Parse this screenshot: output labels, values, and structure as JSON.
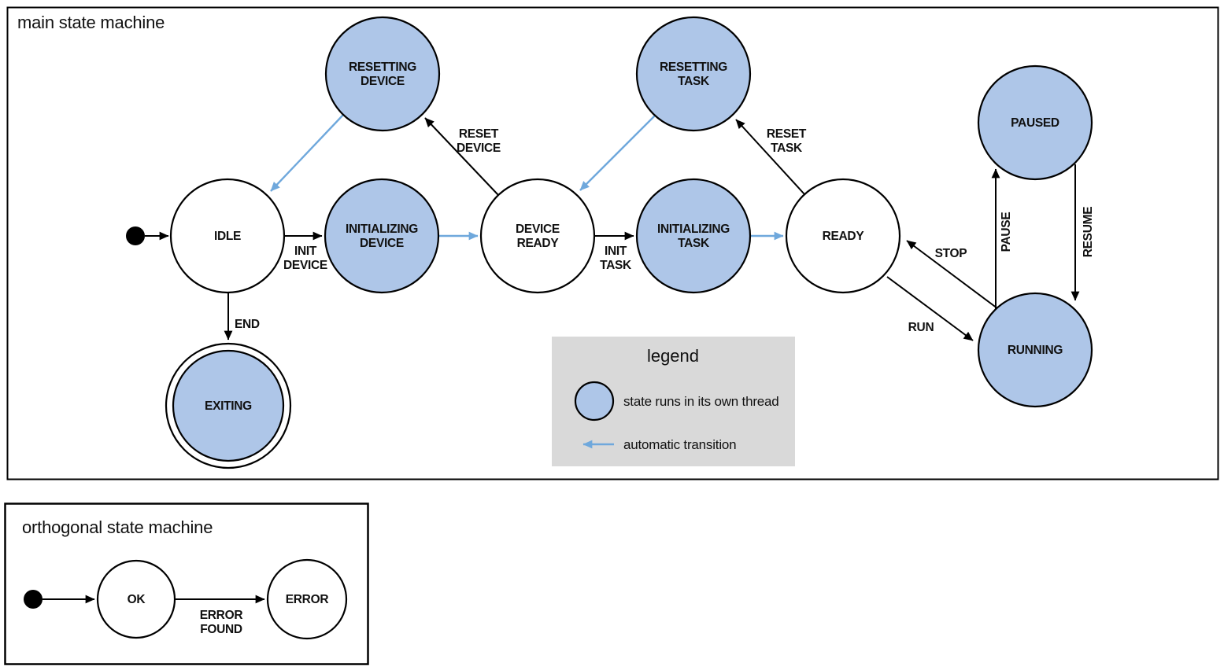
{
  "colors": {
    "threaded_state_fill": "#aec6e8",
    "plain_state_fill": "#ffffff",
    "outline": "#000000",
    "auto_transition_blue": "#6fa8dc",
    "legend_bg": "#d9d9d9"
  },
  "main": {
    "title": "main state machine",
    "states": {
      "idle": {
        "label": "IDLE"
      },
      "resetting_device": {
        "line1": "RESETTING",
        "line2": "DEVICE"
      },
      "initializing_device": {
        "line1": "INITIALIZING",
        "line2": "DEVICE"
      },
      "device_ready": {
        "line1": "DEVICE",
        "line2": "READY"
      },
      "resetting_task": {
        "line1": "RESETTING",
        "line2": "TASK"
      },
      "initializing_task": {
        "line1": "INITIALIZING",
        "line2": "TASK"
      },
      "ready": {
        "label": "READY"
      },
      "paused": {
        "label": "PAUSED"
      },
      "running": {
        "label": "RUNNING"
      },
      "exiting": {
        "label": "EXITING"
      }
    },
    "transitions": {
      "init_device": {
        "line1": "INIT",
        "line2": "DEVICE"
      },
      "init_task": {
        "line1": "INIT",
        "line2": "TASK"
      },
      "reset_device": {
        "line1": "RESET",
        "line2": "DEVICE"
      },
      "reset_task": {
        "line1": "RESET",
        "line2": "TASK"
      },
      "end": {
        "label": "END"
      },
      "run": {
        "label": "RUN"
      },
      "stop": {
        "label": "STOP"
      },
      "pause": {
        "label": "PAUSE"
      },
      "resume": {
        "label": "RESUME"
      }
    }
  },
  "legend": {
    "title": "legend",
    "threaded_label": "state runs in its own thread",
    "auto_label": "automatic transition"
  },
  "orthogonal": {
    "title": "orthogonal state machine",
    "states": {
      "ok": {
        "label": "OK"
      },
      "error": {
        "label": "ERROR"
      }
    },
    "transitions": {
      "error_found": {
        "line1": "ERROR",
        "line2": "FOUND"
      }
    }
  }
}
